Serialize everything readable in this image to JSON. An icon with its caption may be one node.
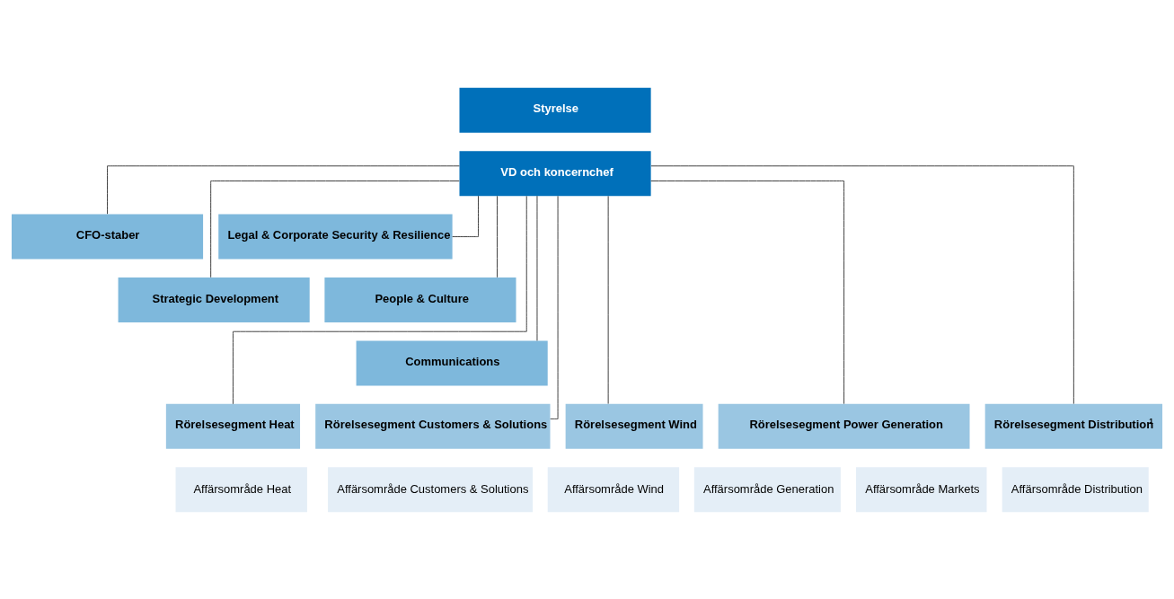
{
  "diagram": {
    "nodes": [
      {
        "text": [
          "Styrelse"
        ]
      },
      {
        "text": [
          "VD och koncernchef"
        ]
      },
      {
        "text": [
          "CFO-staber"
        ]
      },
      {
        "text": [
          "Legal & Corporate Security & Resilience"
        ]
      },
      {
        "text": [
          "Strategic Development"
        ]
      },
      {
        "text": [
          "People & Culture"
        ]
      },
      {
        "text": [
          "Communications"
        ]
      },
      {
        "text": [
          "Rörelsesegment Heat"
        ]
      },
      {
        "text": [
          "Rörelsesegment Customers & Solutions"
        ]
      },
      {
        "text": [
          "Rörelsesegment Wind"
        ]
      },
      {
        "text": [
          "Rörelsesegment Power Generation"
        ]
      },
      {
        "text": [
          "Rörelsesegment Distribution$^{1}$"
        ]
      },
      {
        "text": [
          "Affärsområde Heat"
        ]
      },
      {
        "text": [
          "Affärsområde Customers & Solutions"
        ]
      },
      {
        "text": [
          "Affärsområde Wind"
        ]
      },
      {
        "text": [
          "Affärsområde Generation"
        ]
      },
      {
        "text": [
          "Affärsområde Markets"
        ]
      },
      {
        "text": [
          "Affärsområde Distribution"
        ]
      }
    ],
    "edges": [
      {
        "from": 1,
        "to": 2,
        "arrow": "none"
      },
      {
        "from": 1,
        "to": 3,
        "arrow": "none"
      },
      {
        "from": 1,
        "to": 4,
        "arrow": "none"
      },
      {
        "from": 1,
        "to": 5,
        "arrow": "none"
      },
      {
        "from": 1,
        "to": 6,
        "arrow": "none"
      },
      {
        "from": 1,
        "to": 7,
        "arrow": "none"
      },
      {
        "from": 1,
        "to": 8,
        "arrow": "none"
      },
      {
        "from": 1,
        "to": 9,
        "arrow": "none"
      },
      {
        "from": 1,
        "to": 10,
        "arrow": "none"
      },
      {
        "from": 1,
        "to": 11,
        "arrow": "none"
      }
    ]
  }
}
